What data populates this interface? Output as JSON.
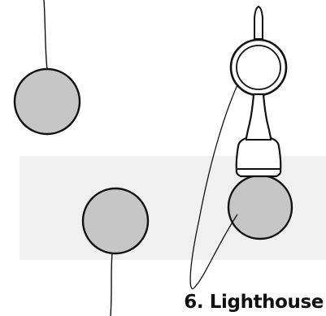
{
  "caption": "6. Lighthouse",
  "colors": {
    "ball_fill": "#c6c6c6",
    "band_fill": "#f0f0f0",
    "stroke": "#111111",
    "spike_fill": "#ffffff"
  },
  "parts": [
    "string",
    "ball",
    "cup",
    "spike",
    "handle"
  ]
}
